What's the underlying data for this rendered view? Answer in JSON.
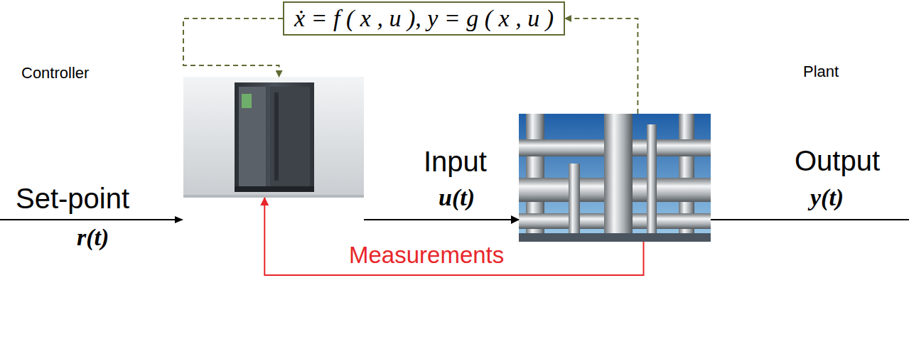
{
  "diagram": {
    "nodes": [
      {
        "text": [
          "ẋ = f ( x , u ),  y = g ( x , u )"
        ]
      },
      {
        "text": [
          "Controller"
        ]
      },
      {
        "text": [
          "Plant"
        ]
      }
    ],
    "edges": [
      {
        "from": 2,
        "to": 0,
        "arrow": "to"
      },
      {
        "from": 0,
        "to": 1,
        "arrow": "to"
      },
      {
        "from": 1,
        "to": 2,
        "label": "Input",
        "arrow": "to"
      },
      {
        "from": 2,
        "to": 1,
        "label": "Measurements",
        "arrow": "to"
      }
    ],
    "labels": [
      "Set-point",
      "r(t)",
      "u(t)",
      "Output",
      "y(t)"
    ]
  }
}
